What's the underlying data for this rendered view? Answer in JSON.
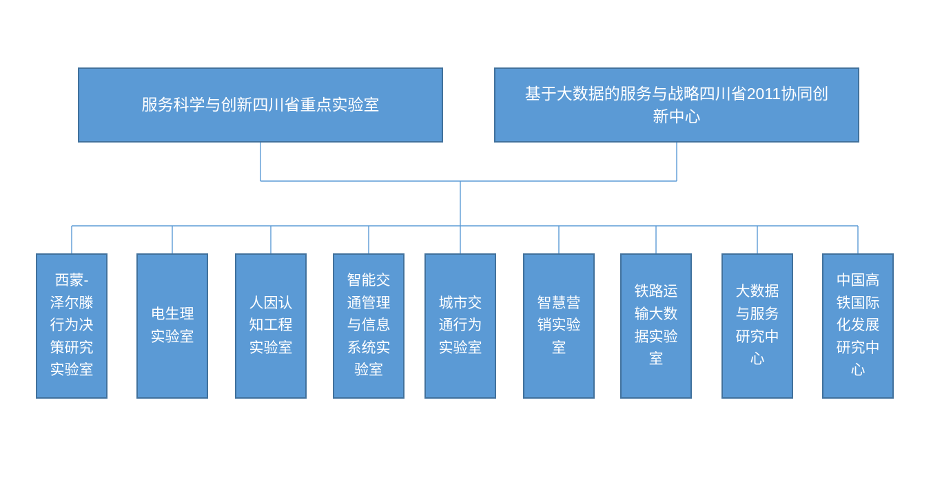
{
  "diagram": {
    "type": "org-chart",
    "colors": {
      "node_fill": "#5B9AD5",
      "node_border": "#41719C",
      "connector": "#5B9BD5",
      "text": "#FFFFFF",
      "background": "#FFFFFF"
    },
    "parents": [
      {
        "label": "服务科学与创新四川省重点实验室"
      },
      {
        "label": "基于大数据的服务与战略四川省2011协同创\n新中心"
      }
    ],
    "children": [
      {
        "label": "西蒙-\n泽尔滕\n行为决\n策研究\n实验室"
      },
      {
        "label": "电生理\n实验室"
      },
      {
        "label": "人因认\n知工程\n实验室"
      },
      {
        "label": "智能交\n通管理\n与信息\n系统实\n验室"
      },
      {
        "label": "城市交\n通行为\n实验室"
      },
      {
        "label": "智慧营\n销实验\n室"
      },
      {
        "label": "铁路运\n输大数\n据实验\n室"
      },
      {
        "label": "大数据\n与服务\n研究中\n心"
      },
      {
        "label": "中国高\n铁国际\n化发展\n研究中\n心"
      }
    ]
  }
}
